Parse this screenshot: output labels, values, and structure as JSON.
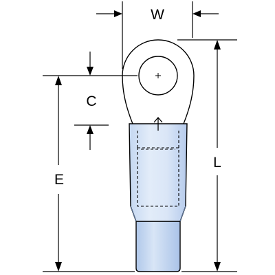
{
  "drawing": {
    "dimensions": {
      "width": "W",
      "hole_offset": "C",
      "terminal_length": "L",
      "barrel_length": "E"
    }
  },
  "colors": {
    "line": "#000000",
    "insulation_light": "#dde9f7",
    "insulation_mid": "#b9cfee",
    "background": "#ffffff"
  }
}
